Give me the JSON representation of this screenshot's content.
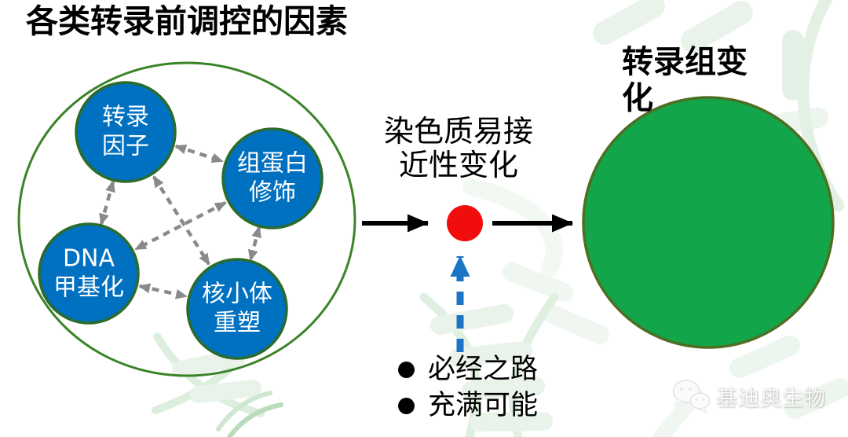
{
  "colors": {
    "node_fill": "#0070C0",
    "node_border": "#2B6B2B",
    "cluster_outline": "#3A8428",
    "outcome_fill": "#12A54A",
    "outcome_border": "#4E6E22",
    "hub_red": "#F20D0D",
    "flow_arrow_black": "#000000",
    "link_gray": "#8A8A8A",
    "upward_arrow_blue": "#1C74C4",
    "watermark_green": "#E9F3EA"
  },
  "left_panel": {
    "title": "各类转录前调控的因素",
    "nodes": [
      {
        "id": "transcription-factors",
        "label": "转录\n因子"
      },
      {
        "id": "histone-modification",
        "label": "组蛋白\n修饰"
      },
      {
        "id": "dna-methylation",
        "label": "DNA\n甲基化"
      },
      {
        "id": "nucleosome-remodeling",
        "label": "核小体\n重塑"
      }
    ]
  },
  "middle": {
    "process_label": "染色质易接\n近性变化",
    "bullets": [
      {
        "text": "必经之路"
      },
      {
        "text": "充满可能"
      }
    ]
  },
  "right_panel": {
    "title": "转录组变化"
  },
  "footer": {
    "brand": "基迪奥生物",
    "icon": "wechat-icon"
  }
}
